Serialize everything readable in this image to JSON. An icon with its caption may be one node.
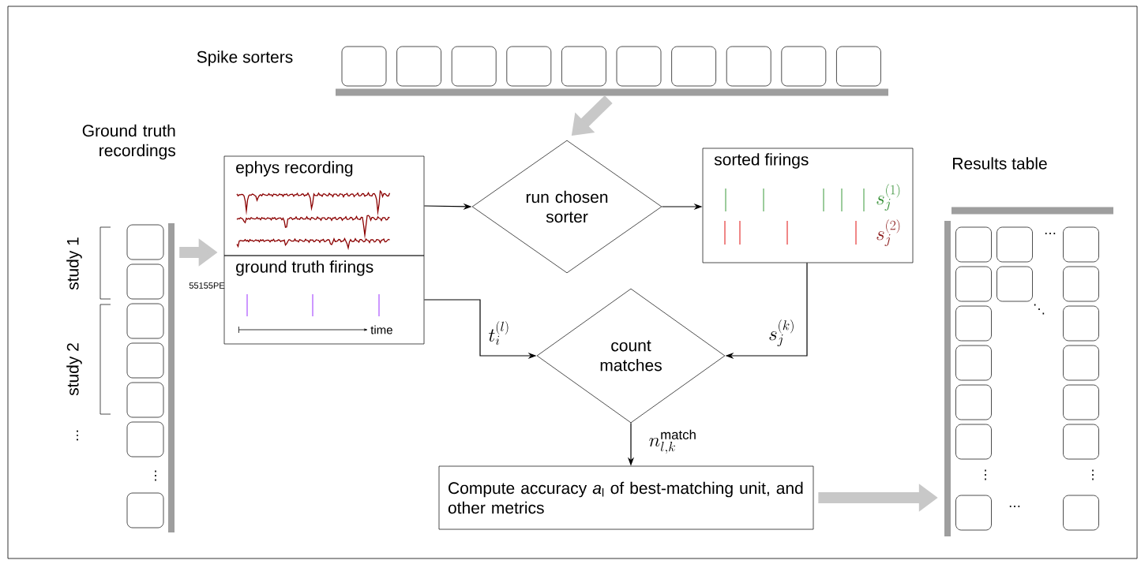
{
  "diagram": {
    "nodes": [
      {
        "text": [],
        "shape": "box"
      },
      {
        "text": [],
        "shape": "box"
      },
      {
        "text": [],
        "shape": "box"
      },
      {
        "text": [],
        "shape": "box"
      },
      {
        "text": [],
        "shape": "box"
      },
      {
        "text": [],
        "shape": "box"
      },
      {
        "text": [],
        "shape": "box"
      },
      {
        "text": [],
        "shape": "box"
      },
      {
        "text": [],
        "shape": "box"
      },
      {
        "text": [],
        "shape": "box"
      },
      {
        "text": [],
        "shape": "bar"
      },
      {
        "text": [],
        "shape": "box"
      },
      {
        "text": [],
        "shape": "box"
      },
      {
        "text": [],
        "shape": "box"
      },
      {
        "text": [],
        "shape": "box"
      },
      {
        "text": [],
        "shape": "box"
      },
      {
        "text": [],
        "shape": "box"
      },
      {
        "text": [],
        "shape": "box"
      },
      {
        "text": [],
        "shape": "bar"
      },
      {
        "text": [
          "ephys recording"
        ]
      },
      {
        "text": [
          "ground truth firings",
          "time"
        ]
      },
      {
        "text": [
          "run chosen sorter"
        ]
      },
      {
        "text": [
          "sorted firings",
          "s_j^{(1)}",
          "s_j^{(2)}"
        ]
      },
      {
        "text": [
          "count matches"
        ]
      },
      {
        "text": [
          "Compute accuracy *a*$_{l}$ of best-matching unit, and other metrics"
        ]
      },
      {
        "text": [],
        "shape": "bar"
      },
      {
        "text": [],
        "shape": "bar"
      },
      {
        "text": [],
        "shape": "box"
      },
      {
        "text": [],
        "shape": "box"
      },
      {
        "text": [],
        "shape": "box"
      },
      {
        "text": [],
        "shape": "box"
      },
      {
        "text": [],
        "shape": "box"
      },
      {
        "text": [],
        "shape": "box"
      },
      {
        "text": [],
        "shape": "box"
      },
      {
        "text": [],
        "shape": "box"
      },
      {
        "text": [],
        "shape": "box"
      },
      {
        "text": [],
        "shape": "box"
      },
      {
        "text": [],
        "shape": "box"
      },
      {
        "text": [],
        "shape": "box"
      },
      {
        "text": [],
        "shape": "box"
      },
      {
        "text": [],
        "shape": "box"
      },
      {
        "text": [],
        "shape": "box"
      },
      {
        "text": [],
        "shape": "box"
      }
    ],
    "edges": [
      {
        "from": 10,
        "to": 21,
        "arrow": "to",
        "style": "thick",
        "color": "#c8c8c8"
      },
      {
        "from": 18,
        "to": 19,
        "arrow": "to",
        "style": "thick",
        "color": "#c8c8c8"
      },
      {
        "from": 19,
        "to": 21,
        "arrow": "to"
      },
      {
        "from": 21,
        "to": 22,
        "arrow": "to"
      },
      {
        "from": 20,
        "to": 23,
        "arrow": "to",
        "label": "t_i^{(l)}"
      },
      {
        "from": 22,
        "to": 23,
        "arrow": "to",
        "label": "s_j^{(k)}"
      },
      {
        "from": 23,
        "to": 24,
        "arrow": "to",
        "label": "n_{l,k}^{\\mathrm{match}}"
      },
      {
        "from": 24,
        "to": 26,
        "arrow": "to",
        "style": "thick",
        "color": "#c8c8c8"
      }
    ],
    "labels": [
      "Spike sorters",
      "Ground truth recordings",
      "Results table",
      "55155PE",
      "study 1",
      "study 2",
      "…",
      "⋮",
      "…",
      "⋱",
      "⋮",
      "⋮",
      "…"
    ]
  }
}
